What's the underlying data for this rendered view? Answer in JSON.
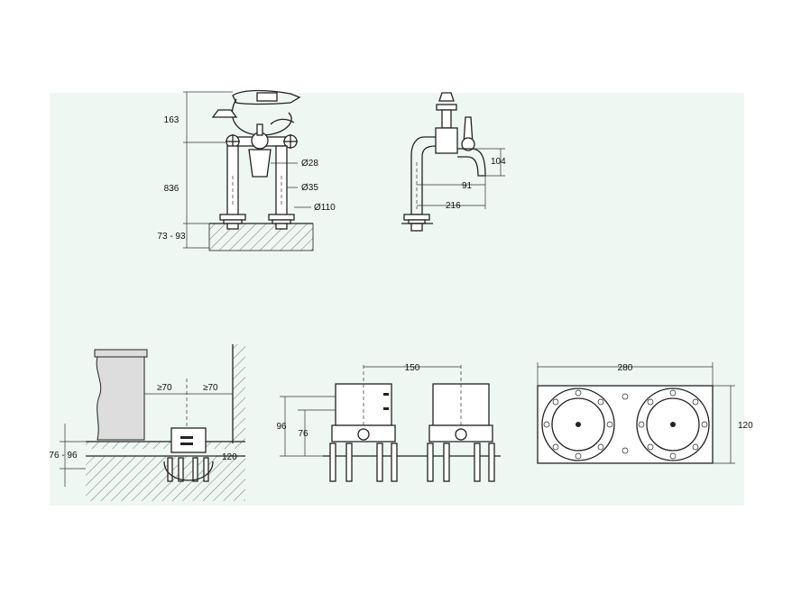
{
  "colors": {
    "panel_background": "#eef7f1",
    "line": "#222222",
    "hatch": "#555555",
    "fill_gray": "#dddddd"
  },
  "view_front": {
    "dim_handshower_height": "163",
    "dim_body_height": "836",
    "dim_deck_thickness": "73 - 93",
    "dim_spout_dia": "Ø28",
    "dim_leg_dia": "Ø35",
    "dim_flange_dia": "Ø110"
  },
  "view_side": {
    "dim_spout_height": "104",
    "dim_spout_offset": "91",
    "dim_spout_reach": "216"
  },
  "view_install": {
    "dim_clearance_left": "≥70",
    "dim_clearance_right": "≥70",
    "dim_floor_thickness": "76 - 96",
    "dim_box_width": "120"
  },
  "view_boxes": {
    "dim_center_distance": "150",
    "dim_total_height": "96",
    "dim_box_height": "76"
  },
  "view_plate": {
    "dim_plate_width": "280",
    "dim_plate_height": "120"
  }
}
